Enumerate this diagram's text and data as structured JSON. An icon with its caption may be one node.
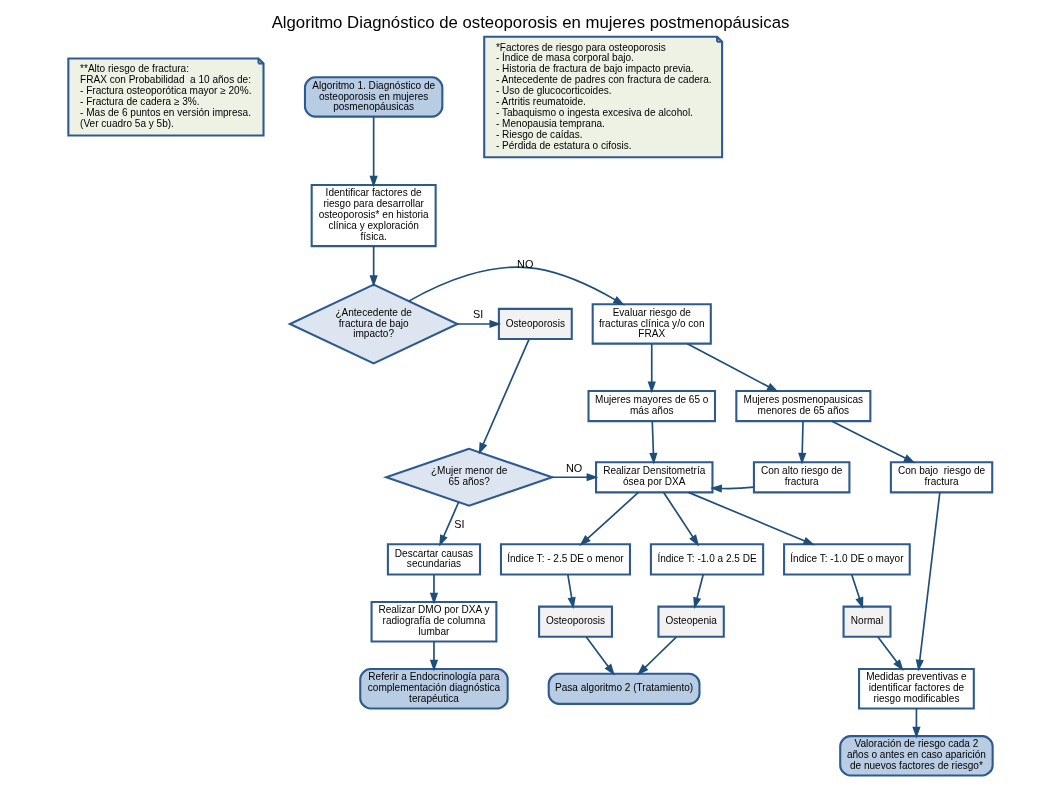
{
  "diagram": {
    "title": "Algoritmo Diagnóstico de osteoporosis en mujeres postmenopáusicas",
    "nodes": [
      {
        "text": [
          "**Alto riesgo de fractura:",
          "FRAX con Probabilidad  a 10 años de:",
          "- Fractura osteoporótica mayor ≥ 20%.",
          "- Fractura de cadera ≥ 3%.",
          "- Mas de 6 puntos en versión impresa.",
          "(Ver cuadro 5a y 5b)."
        ]
      },
      {
        "text": [
          "Algoritmo 1. Diagnóstico de osteoporosis en mujeres posmenopáusicas"
        ]
      },
      {
        "text": [
          "*Factores de riesgo para osteoporosis",
          "- Índice de masa corporal bajo.",
          "- Historia de fractura de bajo impacto previa.",
          "- Antecedente de padres con fractura de cadera.",
          "- Uso de glucocorticoides.",
          "- Artritis reumatoide.",
          "- Tabaquismo o ingesta excesiva de alcohol.",
          "- Menopausia temprana.",
          "- Riesgo de caídas.",
          "- Pérdida de estatura o cifosis."
        ]
      },
      {
        "text": [
          "Identificar factores de riesgo para desarrollar osteoporosis* en historia clínica y exploración física."
        ]
      },
      {
        "text": [
          "¿Antecedente de fractura de bajo impacto?"
        ]
      },
      {
        "text": [
          "Osteoporosis"
        ]
      },
      {
        "text": [
          "Evaluar riesgo de fracturas clínica y/o con FRAX"
        ]
      },
      {
        "text": [
          "Mujeres mayores de 65 o más años"
        ]
      },
      {
        "text": [
          "Mujeres posmenopausicas menores de 65 años"
        ]
      },
      {
        "text": [
          "¿Mujer menor de 65 años?"
        ]
      },
      {
        "text": [
          "Realizar Densitometría ósea por DXA"
        ]
      },
      {
        "text": [
          "Con alto riesgo de fractura"
        ]
      },
      {
        "text": [
          "Con bajo  riesgo de fractura"
        ]
      },
      {
        "text": [
          "Descartar causas secundarias"
        ]
      },
      {
        "text": [
          "Índice T: - 2.5 DE o menor"
        ]
      },
      {
        "text": [
          "Índice T: -1.0 a 2.5 DE"
        ]
      },
      {
        "text": [
          "Índice T: -1.0 DE o mayor"
        ]
      },
      {
        "text": [
          "Realizar DMO por DXA y radiografía de columna lumbar"
        ]
      },
      {
        "text": [
          "Osteoporosis"
        ]
      },
      {
        "text": [
          "Osteopenia"
        ]
      },
      {
        "text": [
          "Normal"
        ]
      },
      {
        "text": [
          "Medidas preventivas e identificar factores de riesgo modificables"
        ]
      },
      {
        "text": [
          "Referir a Endocrinología para complementación diagnóstica terapéutica"
        ]
      },
      {
        "text": [
          "Pasa algoritmo 2 (Tratamiento)"
        ]
      },
      {
        "text": [
          "Valoración de riesgo cada 2 años o antes en caso aparición de nuevos factores de riesgo*"
        ]
      }
    ],
    "edges": [
      {
        "from": 1,
        "to": 3,
        "arrow": "to"
      },
      {
        "from": 3,
        "to": 4,
        "arrow": "to"
      },
      {
        "from": 4,
        "to": 5,
        "arrow": "to",
        "label": "SI"
      },
      {
        "from": 4,
        "to": 6,
        "arrow": "to",
        "label": "NO"
      },
      {
        "from": 6,
        "to": 7,
        "arrow": "to"
      },
      {
        "from": 6,
        "to": 8,
        "arrow": "to"
      },
      {
        "from": 5,
        "to": 9,
        "arrow": "to"
      },
      {
        "from": 9,
        "to": 10,
        "arrow": "to",
        "label": "NO"
      },
      {
        "from": 9,
        "to": 13,
        "arrow": "to",
        "label": "SI"
      },
      {
        "from": 7,
        "to": 10,
        "arrow": "to"
      },
      {
        "from": 8,
        "to": 11,
        "arrow": "to"
      },
      {
        "from": 8,
        "to": 12,
        "arrow": "to"
      },
      {
        "from": 11,
        "to": 10,
        "arrow": "to"
      },
      {
        "from": 10,
        "to": 14,
        "arrow": "to"
      },
      {
        "from": 10,
        "to": 15,
        "arrow": "to"
      },
      {
        "from": 10,
        "to": 16,
        "arrow": "to"
      },
      {
        "from": 14,
        "to": 18,
        "arrow": "to"
      },
      {
        "from": 15,
        "to": 19,
        "arrow": "to"
      },
      {
        "from": 16,
        "to": 20,
        "arrow": "to"
      },
      {
        "from": 13,
        "to": 17,
        "arrow": "to"
      },
      {
        "from": 17,
        "to": 22,
        "arrow": "to"
      },
      {
        "from": 18,
        "to": 23,
        "arrow": "to"
      },
      {
        "from": 19,
        "to": 23,
        "arrow": "to"
      },
      {
        "from": 20,
        "to": 21,
        "arrow": "to"
      },
      {
        "from": 12,
        "to": 21,
        "arrow": "to"
      },
      {
        "from": 21,
        "to": 24,
        "arrow": "to"
      }
    ]
  }
}
